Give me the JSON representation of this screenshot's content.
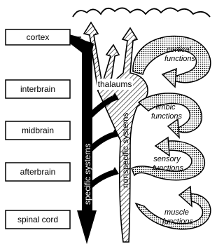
{
  "brain_levels": [
    {
      "key": "cortex",
      "label": "cortex"
    },
    {
      "key": "interbrain",
      "label": "interbrain"
    },
    {
      "key": "midbrain",
      "label": "midbrain"
    },
    {
      "key": "afterbrain",
      "label": "afterbrain"
    },
    {
      "key": "spinal_cord",
      "label": "spinal cord"
    }
  ],
  "systems": {
    "specific": "specific systems",
    "nonspecific": "nonspecific systems",
    "thalamus": "thalaums"
  },
  "functions": [
    {
      "key": "cortical",
      "line1": "cortical",
      "line2": "functions"
    },
    {
      "key": "limbic",
      "line1": "limbic",
      "line2": "functions"
    },
    {
      "key": "sensory",
      "line1": "sensory",
      "line2": "functions"
    },
    {
      "key": "muscle",
      "line1": "muscle",
      "line2": "functions"
    }
  ]
}
